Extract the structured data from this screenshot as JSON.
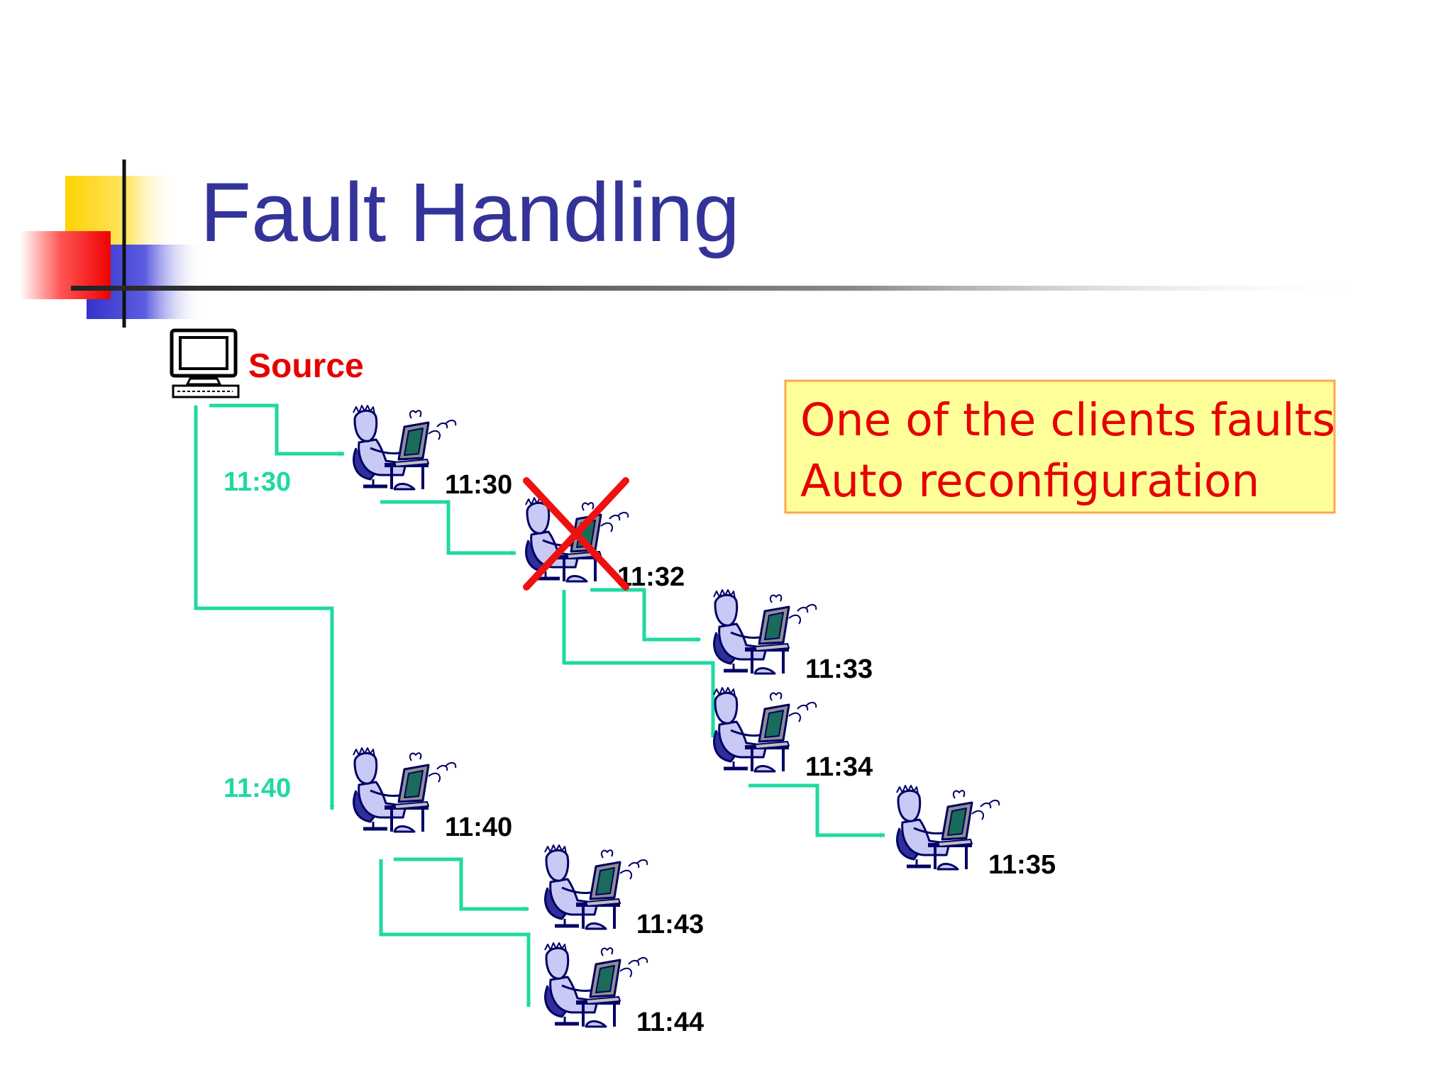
{
  "title": "Fault Handling",
  "source_label": "Source",
  "note": {
    "line1": "One of the clients faults",
    "line2": "Auto reconfiguration"
  },
  "stream_times": {
    "first": "11:30",
    "second": "11:40"
  },
  "clients": [
    {
      "id": "c1",
      "time": "11:30",
      "failed": false
    },
    {
      "id": "c2",
      "time": "11:32",
      "failed": true
    },
    {
      "id": "c3",
      "time": "11:33",
      "failed": false
    },
    {
      "id": "c4",
      "time": "11:34",
      "failed": false
    },
    {
      "id": "c5",
      "time": "11:35",
      "failed": false
    },
    {
      "id": "c6",
      "time": "11:40",
      "failed": false
    },
    {
      "id": "c7",
      "time": "11:43",
      "failed": false
    },
    {
      "id": "c8",
      "time": "11:44",
      "failed": false
    }
  ],
  "colors": {
    "title": "#333399",
    "source": "#e60000",
    "stream": "#1fd9a2",
    "fault_x": "#ee1111",
    "note_text": "#e60000",
    "note_fill": "#ffff99",
    "note_border": "#ffa64d",
    "client_body": "#c9c9f5",
    "client_outline": "#000066",
    "screen": "#1a6b5a"
  }
}
